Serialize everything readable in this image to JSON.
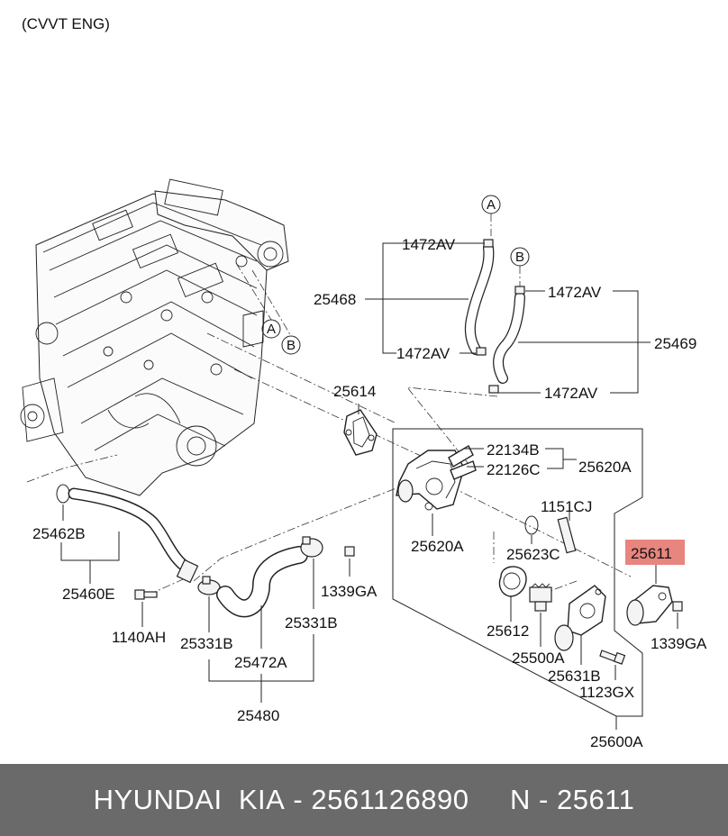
{
  "header": {
    "engine_note": "(CVVT ENG)"
  },
  "labels": {
    "p1472av_1": "1472AV",
    "p1472av_2": "1472AV",
    "p1472av_3": "1472AV",
    "p1472av_4": "1472AV",
    "p25468": "25468",
    "p25469": "25469",
    "p25614": "25614",
    "p22134b": "22134B",
    "p22126c": "22126C",
    "p25620a_1": "25620A",
    "p25620a_2": "25620A",
    "p1151cj": "1151CJ",
    "p25623c": "25623C",
    "p25611": "25611",
    "p25462b": "25462B",
    "p25460e": "25460E",
    "p1140ah": "1140AH",
    "p25331b_1": "25331B",
    "p25331b_2": "25331B",
    "p25472a": "25472A",
    "p25480": "25480",
    "p1339ga_1": "1339GA",
    "p1339ga_2": "1339GA",
    "p25612": "25612",
    "p25500a": "25500A",
    "p25631b": "25631B",
    "p1123gx": "1123GX",
    "p25600a": "25600A"
  },
  "callouts": {
    "a_top": "A",
    "b_top": "B",
    "a_engine": "A",
    "b_engine": "B"
  },
  "highlight_color": "#e8857f",
  "footer": {
    "brand": "HYUNDAI  KIA",
    "separator_1": " - ",
    "oem_number": "2561126890",
    "gap": "     ",
    "n_label": "N",
    "separator_2": " - ",
    "part_number": "25611"
  }
}
